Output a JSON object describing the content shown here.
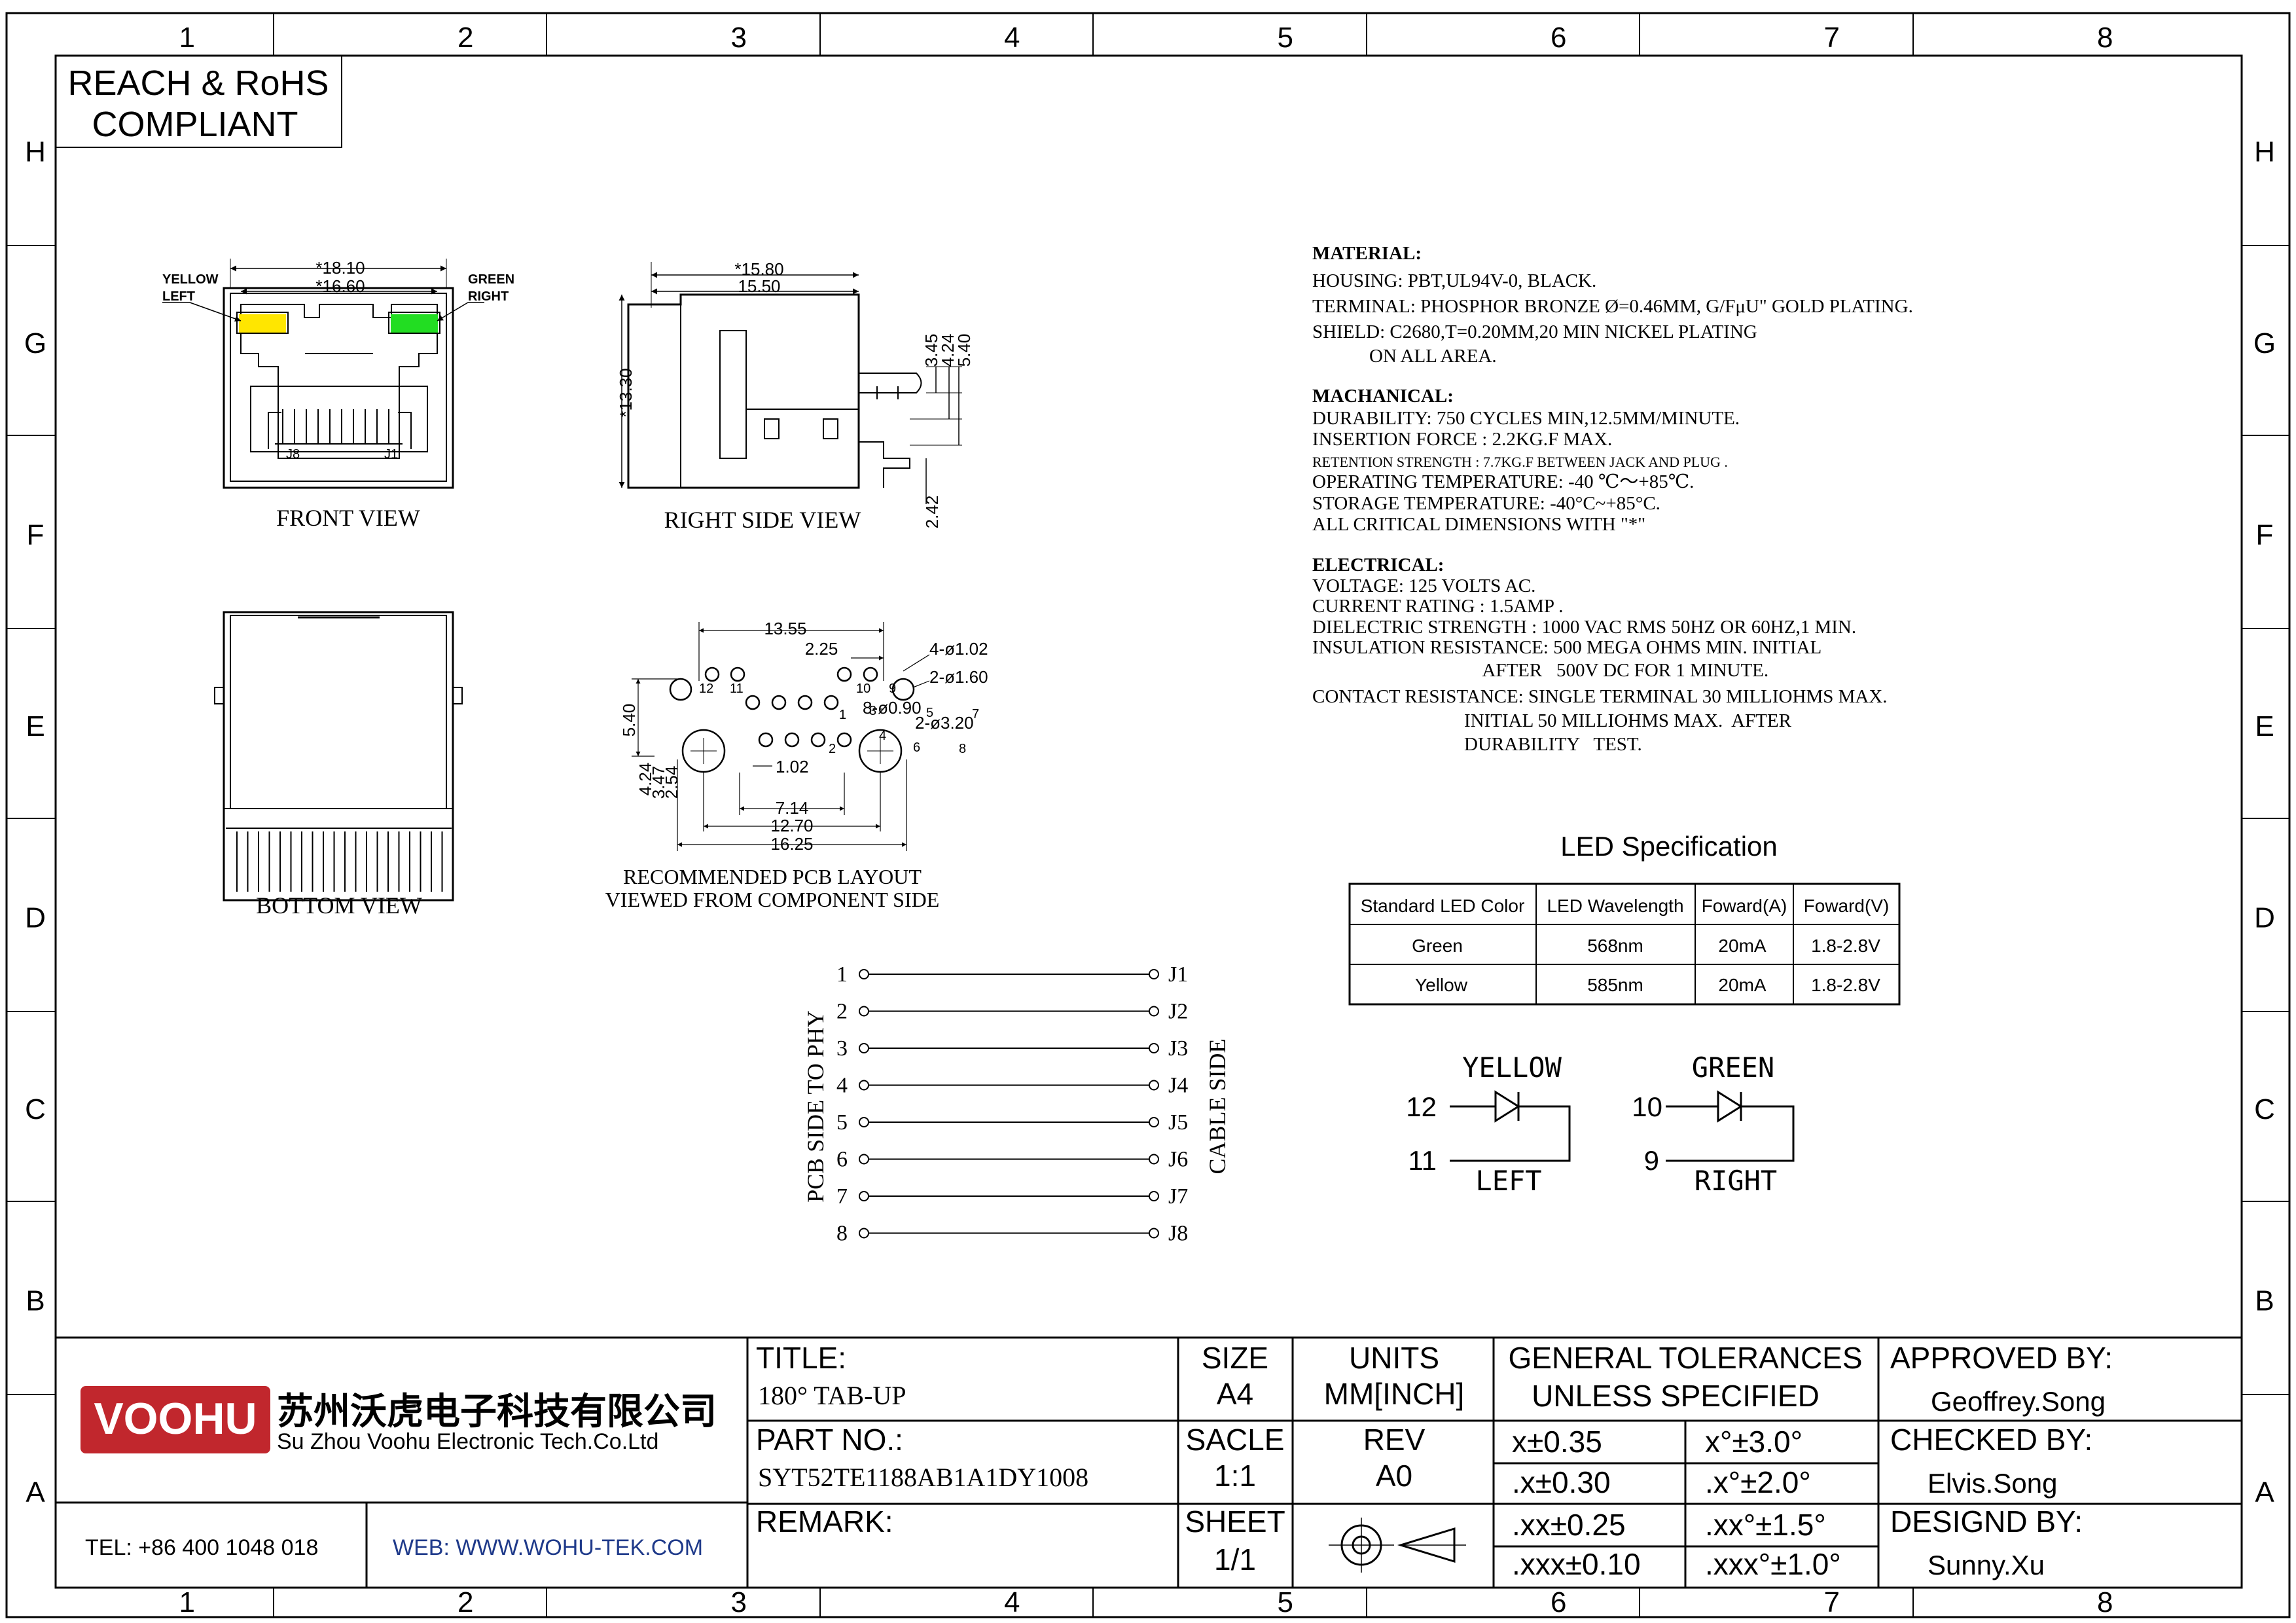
{
  "compliance": [
    "REACH & RoHS",
    "COMPLIANT"
  ],
  "grid": {
    "columns": [
      "1",
      "2",
      "3",
      "4",
      "5",
      "6",
      "7",
      "8"
    ],
    "rows": [
      "H",
      "G",
      "F",
      "E",
      "D",
      "C",
      "B",
      "A"
    ]
  },
  "front_view": {
    "label": "FRONT VIEW",
    "dim_outer": "*18.10",
    "dim_inner": "*16.60",
    "led_left": [
      "YELLOW",
      "LEFT"
    ],
    "led_right": [
      "GREEN",
      "RIGHT"
    ],
    "pin_left": "J8",
    "pin_right": "J1",
    "yellow_color": "#ffe600",
    "green_color": "#22dd22"
  },
  "right_side_view": {
    "label": "RIGHT SIDE VIEW",
    "dim_top_1": "*15.80",
    "dim_top_2": "15.50",
    "dim_height": "*13.30",
    "dim_v_1": "3.45",
    "dim_v_2": "4.24",
    "dim_v_3": "5.40",
    "dim_bottom": "2.42"
  },
  "bottom_view": {
    "label": "BOTTOM VIEW"
  },
  "pcb_layout": {
    "label_1": "RECOMMENDED PCB LAYOUT",
    "label_2": "VIEWED FROM COMPONENT SIDE",
    "dims": {
      "d1": "13.55",
      "d2": "2.25",
      "d3": "4-ø1.02",
      "d4": "2-ø1.60",
      "d5": "8-ø0.90",
      "d6": "2-ø3.20",
      "d7": "5.40",
      "d8": "1.02",
      "d9": "4.24",
      "d10": "3.47",
      "d11": "2.54",
      "d12": "7.14",
      "d13": "12.70",
      "d14": "16.25"
    },
    "pin_nums": {
      "p12": "12",
      "p11": "11",
      "p10": "10",
      "p9": "9",
      "p1": "1",
      "p2": "2",
      "p3": "3",
      "p4": "4",
      "p5": "5",
      "p6": "6",
      "p7": "7",
      "p8": "8"
    }
  },
  "material": {
    "heading": "MATERIAL:",
    "lines": [
      "HOUSING: PBT,UL94V-0, BLACK.",
      "TERMINAL:  PHOSPHOR BRONZE  Ø=0.46MM, G/FμU\" GOLD PLATING.",
      "SHIELD: C2680,T=0.20MM,20  MIN NICKEL PLATING",
      "            ON ALL AREA."
    ]
  },
  "mechanical": {
    "heading": "MACHANICAL:",
    "lines": [
      "DURABILITY: 750  CYCLES MIN,12.5MM/MINUTE.",
      "INSERTION FORCE : 2.2KG.F MAX.",
      "RETENTION STRENGTH : 7.7KG.F BETWEEN JACK AND PLUG .",
      "OPERATING TEMPERATURE: -40 ℃～+85℃.",
      "STORAGE TEMPERATURE:  -40°C~+85°C.",
      "ALL CRITICAL DIMENSIONS WITH \"*\""
    ]
  },
  "electrical": {
    "heading": "ELECTRICAL:",
    "lines": [
      "VOLTAGE: 125  VOLTS AC.",
      "CURRENT RATING  : 1.5AMP .",
      "DIELECTRIC STRENGTH : 1000 VAC RMS 50HZ OR 60HZ,1 MIN.",
      "INSULATION  RESISTANCE: 500  MEGA OHMS MIN. INITIAL",
      "                                    AFTER   500V DC FOR 1 MINUTE.",
      "CONTACT RESISTANCE: SINGLE  TERMINAL 30 MILLIOHMS MAX.",
      "                                INITIAL 50 MILLIOHMS MAX.  AFTER",
      "                                DURABILITY   TEST."
    ]
  },
  "led_spec": {
    "title": "LED Specification",
    "headers": [
      "Standard  LED Color",
      "LED Wavelength",
      "Foward(A)",
      "Foward(V)"
    ],
    "rows": [
      [
        "Green",
        "568nm",
        "20mA",
        "1.8-2.8V"
      ],
      [
        "Yellow",
        "585nm",
        "20mA",
        "1.8-2.8V"
      ]
    ]
  },
  "wiring": {
    "left_label": "PCB SIDE TO PHY",
    "right_label": "CABLE SIDE",
    "left_pins": [
      "1",
      "2",
      "3",
      "4",
      "5",
      "6",
      "7",
      "8"
    ],
    "right_pins": [
      "J1",
      "J2",
      "J3",
      "J4",
      "J5",
      "J6",
      "J7",
      "J8"
    ]
  },
  "led_schematic": {
    "yellow": {
      "title": "YELLOW",
      "top_pin": "12",
      "bottom_pin": "11",
      "side": "LEFT"
    },
    "green": {
      "title": "GREEN",
      "top_pin": "10",
      "bottom_pin": "9",
      "side": "RIGHT"
    }
  },
  "title_block": {
    "company_logo": "VOOHU",
    "company_cn": "苏州沃虎电子科技有限公司",
    "company_en": "Su Zhou Voohu Electronic Tech.Co.Ltd",
    "brand_color": "#c1272d",
    "tel": "TEL: +86 400 1048 018",
    "web": "WEB: WWW.WOHU-TEK.COM",
    "title_label": "TITLE:",
    "title_value": "180°  TAB-UP",
    "part_label": "PART NO.:",
    "part_value": "SYT52TE1188AB1A1DY1008",
    "remark_label": "REMARK:",
    "size_label": "SIZE",
    "size_value": "A4",
    "units_label": "UNITS",
    "units_value": "MM[INCH]",
    "scale_label": "SACLE",
    "scale_value": "1:1",
    "rev_label": "REV",
    "rev_value": "A0",
    "sheet_label": "SHEET",
    "sheet_value": "1/1",
    "tol_title_1": "GENERAL TOLERANCES",
    "tol_title_2": "UNLESS SPECIFIED",
    "tolerances": [
      [
        "x±0.35",
        "x°±3.0°"
      ],
      [
        ".x±0.30",
        ".x°±2.0°"
      ],
      [
        ".xx±0.25",
        ".xx°±1.5°"
      ],
      [
        ".xxx±0.10",
        ".xxx°±1.0°"
      ]
    ],
    "approved_label": "APPROVED BY:",
    "approved_value": "Geoffrey.Song",
    "checked_label": "CHECKED BY:",
    "checked_value": "Elvis.Song",
    "designed_label": "DESIGND BY:",
    "designed_value": "Sunny.Xu"
  }
}
